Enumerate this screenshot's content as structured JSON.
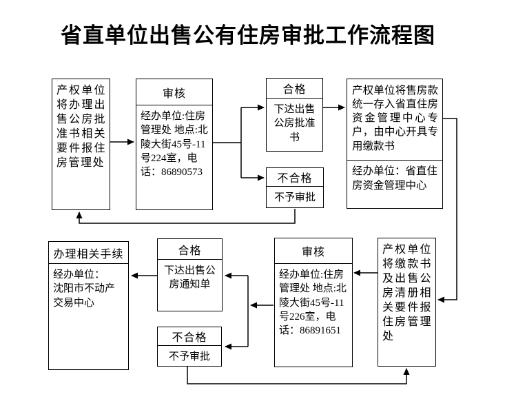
{
  "title": "省直单位出售公有住房审批工作流程图",
  "colors": {
    "line": "#000000",
    "background": "#ffffff",
    "text": "#000000"
  },
  "boxes": {
    "b1": {
      "text": "产权单位将办理出售公房批准书相关要件报住房管理处"
    },
    "b2": {
      "header": "审核",
      "lines": [
        "经办单位:住房管理处",
        "地点:北陵大街45号-11号224室，电话：86890573"
      ]
    },
    "b3": {
      "header": "合格",
      "body": "下达出售公房批准书"
    },
    "b4": {
      "top": "产权单位将售房款统一存入省直住房资金管理中心专户，由中心开具专用缴款书",
      "bottom": "经办单位：省直住房资金管理中心"
    },
    "b5": {
      "header": "不合格",
      "body": "不予审批"
    },
    "b6": {
      "header": "办理相关手续",
      "lines": [
        "经办单位：",
        "沈阳市不动产交易中心"
      ]
    },
    "b7": {
      "header": "合格",
      "body": "下达出售公房通知单"
    },
    "b8": {
      "header": "不合格",
      "body": "不予审批"
    },
    "b9": {
      "header": "审核",
      "lines": [
        "经办单位:住房管理处",
        "地点:北陵大街45号-11号226室，电话：86891651"
      ]
    },
    "b10": {
      "text": "产权单位将缴款书及出售公房清册相关要件报住房管理处"
    }
  }
}
